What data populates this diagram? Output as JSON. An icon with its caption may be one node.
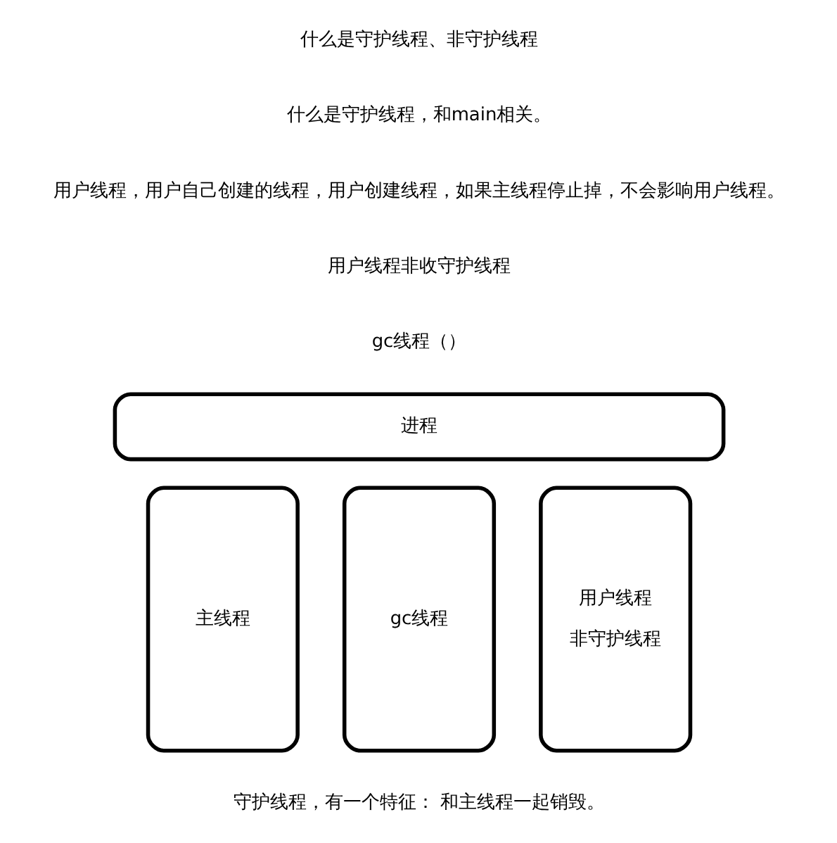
{
  "diagram": {
    "nodes": [
      {
        "text": [
          "进程"
        ]
      },
      {
        "text": [
          "主线程"
        ]
      },
      {
        "text": [
          "gc线程"
        ]
      },
      {
        "text": [
          "用户线程",
          "非守护线程"
        ]
      }
    ],
    "labels": [
      "什么是守护线程、非守护线程",
      "什么是守护线程，和main相关。",
      "用户线程，用户自己创建的线程，用户创建线程，如果主线程停止掉，不会影响用户线程。",
      "用户线程非收守护线程",
      "gc线程（）",
      "守护线程，有一个特征： 和主线程一起销毁。"
    ]
  }
}
